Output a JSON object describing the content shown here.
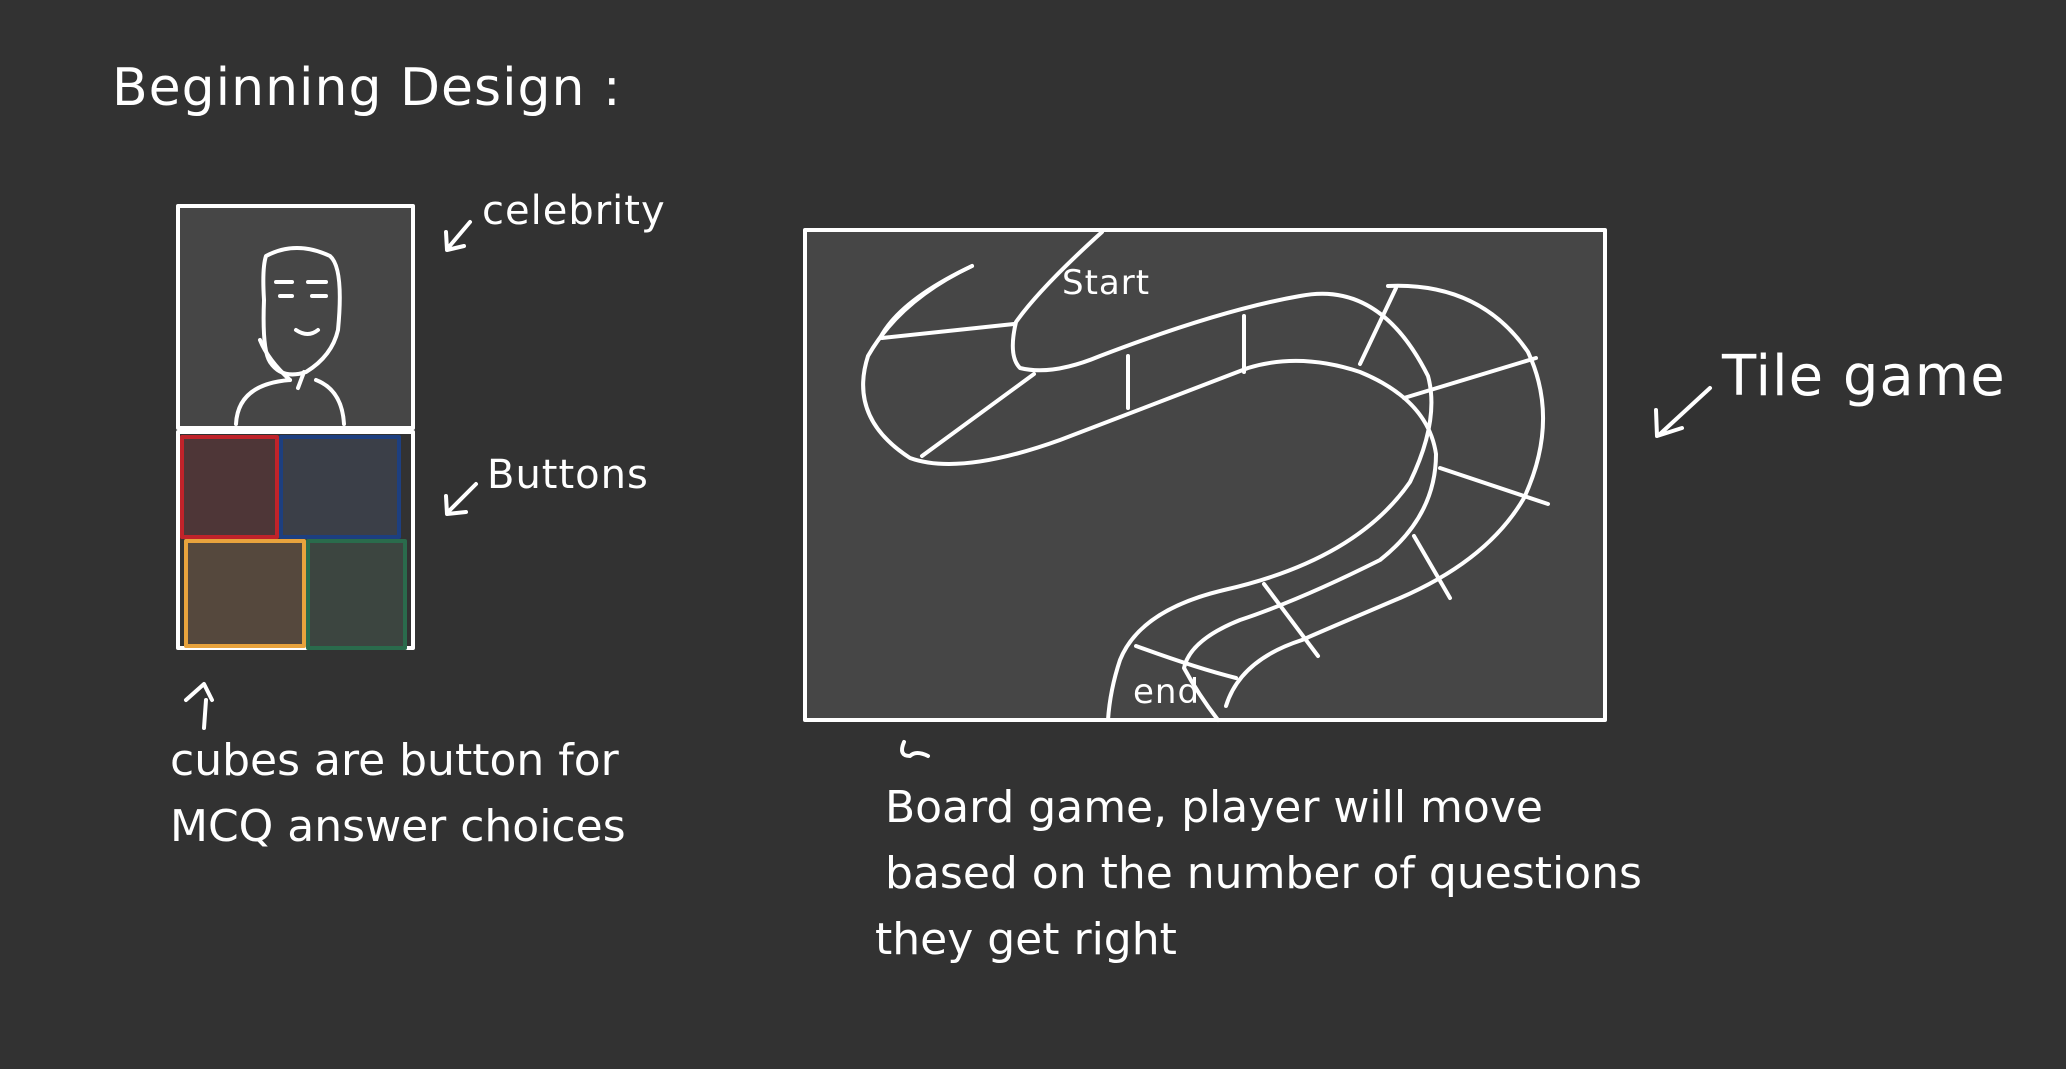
{
  "canvas": {
    "background": "#323232",
    "ink": "#ffffff",
    "panel_fill": "#464646"
  },
  "title": "Beginning Design :",
  "labels": {
    "celebrity": "celebrity",
    "buttons": "Buttons",
    "tile_game": "Tile game",
    "start": "Start",
    "end": "end"
  },
  "notes": {
    "buttons_note": [
      "cubes are button for",
      "MCQ answer choices"
    ],
    "board_note": [
      "Board game, player will move",
      "based on the number of questions",
      "they get right"
    ]
  },
  "answer_buttons": [
    {
      "name": "red",
      "color": "#c0232a",
      "fill": "#4e3637"
    },
    {
      "name": "blue",
      "color": "#1d3f80",
      "fill": "#3b3f48"
    },
    {
      "name": "orange",
      "color": "#e8a33d",
      "fill": "#55483d"
    },
    {
      "name": "green",
      "color": "#2a6b4c",
      "fill": "#3c4540"
    }
  ]
}
